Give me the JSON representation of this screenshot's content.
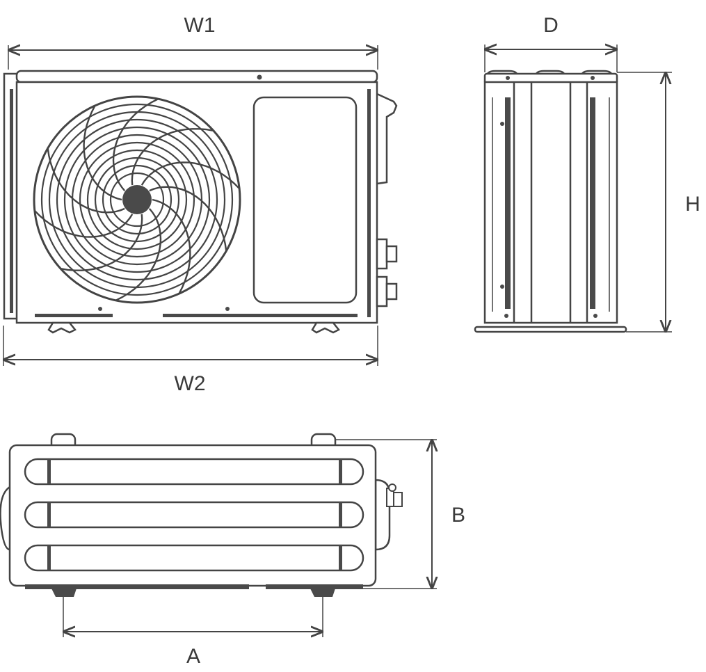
{
  "diagram": {
    "labels": {
      "w1": "W1",
      "w2": "W2",
      "d": "D",
      "h": "H",
      "b": "B",
      "a": "A"
    },
    "colors": {
      "line": "#444444",
      "dark_fill": "#4a4a4a",
      "background": "#ffffff"
    }
  }
}
